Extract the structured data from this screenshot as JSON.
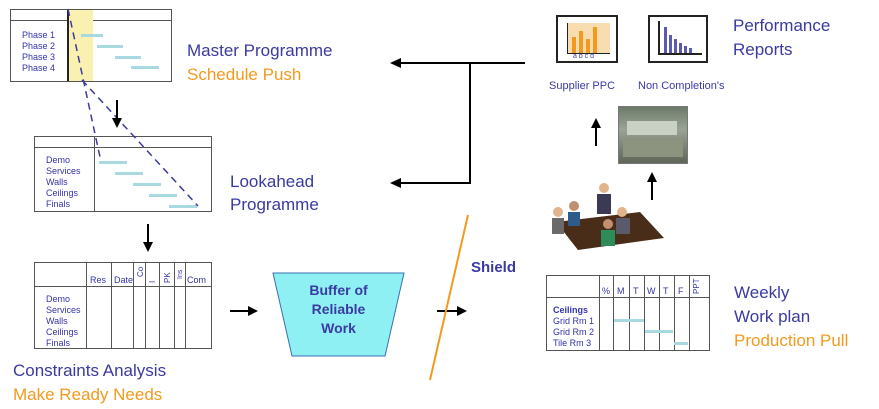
{
  "master": {
    "phases": [
      "Phase 1",
      "Phase 2",
      "Phase 3",
      "Phase 4"
    ],
    "title": "Master Programme",
    "subtitle": "Schedule Push"
  },
  "lookahead": {
    "items": [
      "Demo",
      "Services",
      "Walls",
      "Ceilings",
      "Finals"
    ],
    "title_line1": "Lookahead",
    "title_line2": "Programme"
  },
  "constraints": {
    "items": [
      "Demo",
      "Services",
      "Walls",
      "Ceilings",
      "Finals"
    ],
    "headers": [
      "Res",
      "Date",
      "Co",
      "I",
      "PK",
      "Ins",
      "Com"
    ],
    "title": "Constraints Analysis",
    "subtitle": "Make Ready Needs"
  },
  "buffer": {
    "line1": "Buffer of",
    "line2": "Reliable",
    "line3": "Work"
  },
  "shield": "Shield",
  "weekly": {
    "headers": [
      "%",
      "M",
      "T",
      "W",
      "T",
      "F",
      "PPT"
    ],
    "group": "Ceilings",
    "rows": [
      "Grid Rm 1",
      "Grid Rm 2",
      "Tile Rm 3"
    ],
    "title_line1": "Weekly",
    "title_line2": "Work plan",
    "subtitle": "Production Pull"
  },
  "reports": {
    "title_line1": "Performance",
    "title_line2": "Reports",
    "supplier": "Supplier PPC",
    "noncompletion": "Non Completion's",
    "chart_letters": "a b c d"
  },
  "colors": {
    "text": "#3a3aa0",
    "orange": "#f39a1e",
    "bar": "#a8d8e0",
    "buffer": "#8ff0f4"
  }
}
